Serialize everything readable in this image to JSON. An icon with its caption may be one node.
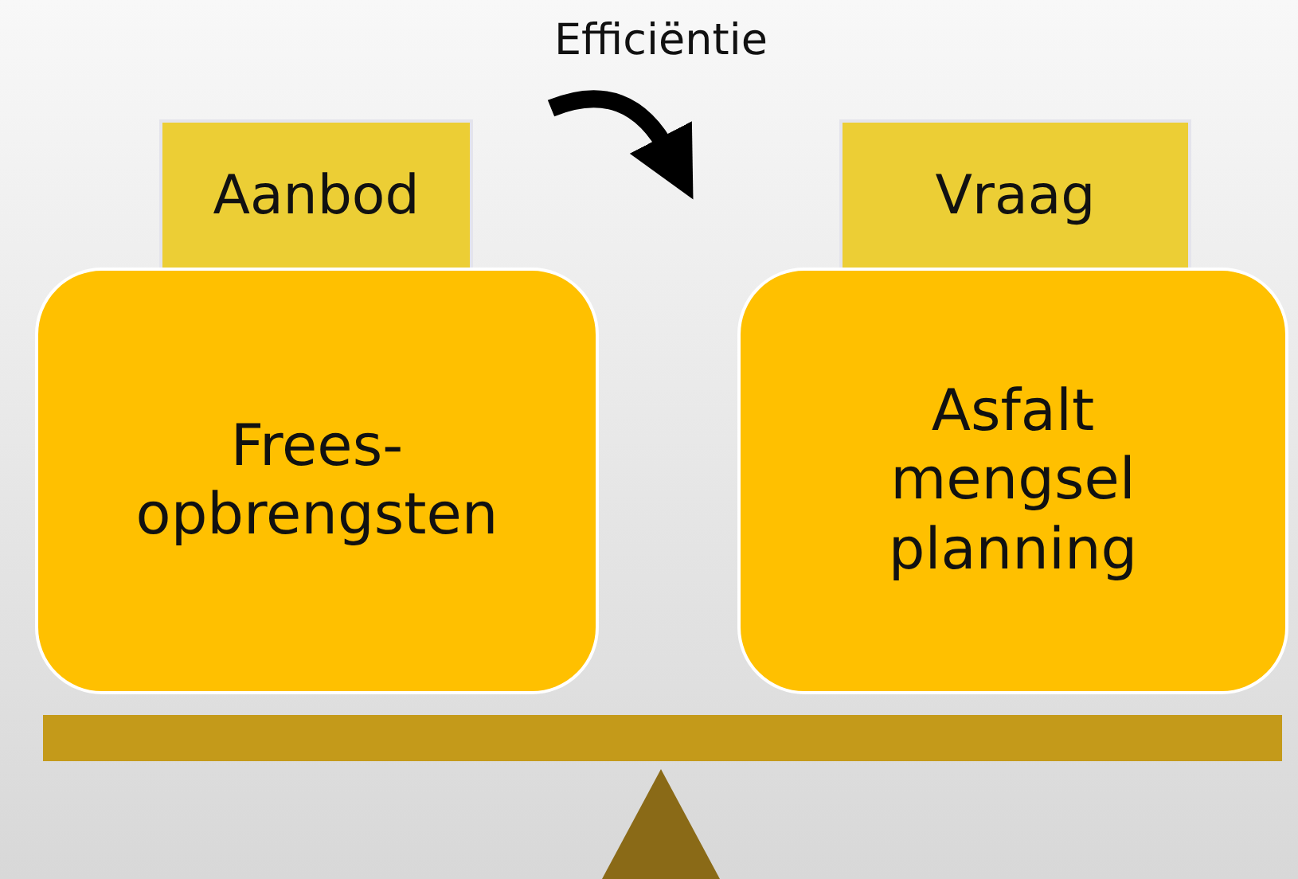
{
  "diagram": {
    "nodes": [
      {
        "text": [
          "Aanbod"
        ]
      },
      {
        "text": [
          "Frees- opbrengsten"
        ]
      },
      {
        "text": [
          "Vraag"
        ]
      },
      {
        "text": [
          "Asfalt mengsel planning"
        ]
      }
    ],
    "labels": [
      "Efficiëntie"
    ]
  }
}
